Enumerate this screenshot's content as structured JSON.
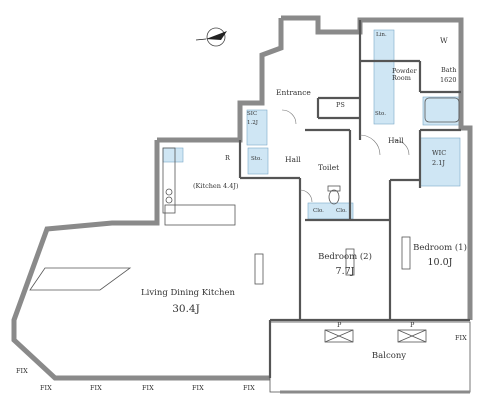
{
  "rooms": {
    "entrance": "Entrance",
    "sic": "SIC",
    "sic_size": "1.2J",
    "sto_upper": "Sto.",
    "sto_left": "Sto.",
    "ps": "PS",
    "hall_left": "Hall",
    "hall_right": "Hall",
    "lin": "Lin.",
    "w": "W",
    "powder_room": "Powder\nRoom",
    "bath": "Bath",
    "bath_size": "1620",
    "r_label": "R",
    "kitchen": "(Kitchen 4.4J)",
    "toilet": "Toilet",
    "cl1": "Clo.",
    "cl2": "Clo.",
    "wic": "WIC",
    "wic_size": "2.1J",
    "bedroom2": "Bedroom (2)",
    "bedroom2_size": "7.7J",
    "bedroom1": "Bedroom (1)",
    "bedroom1_size": "10.0J",
    "ldk": "Living Dining Kitchen",
    "ldk_size": "30.4J",
    "balcony": "Balcony",
    "p1": "P",
    "p2": "P",
    "fix_left": "FIX",
    "fix_b1": "FIX",
    "fix_b2": "FIX",
    "fix_b3": "FIX",
    "fix_b4": "FIX",
    "fix_b5": "FIX",
    "fix_right": "FIX"
  },
  "colors": {
    "wall": "#8a8a8a",
    "line": "#444444",
    "wet": "#cfe6f4",
    "wet_line": "#7aa9c8"
  },
  "compass": "north-arrow-icon"
}
